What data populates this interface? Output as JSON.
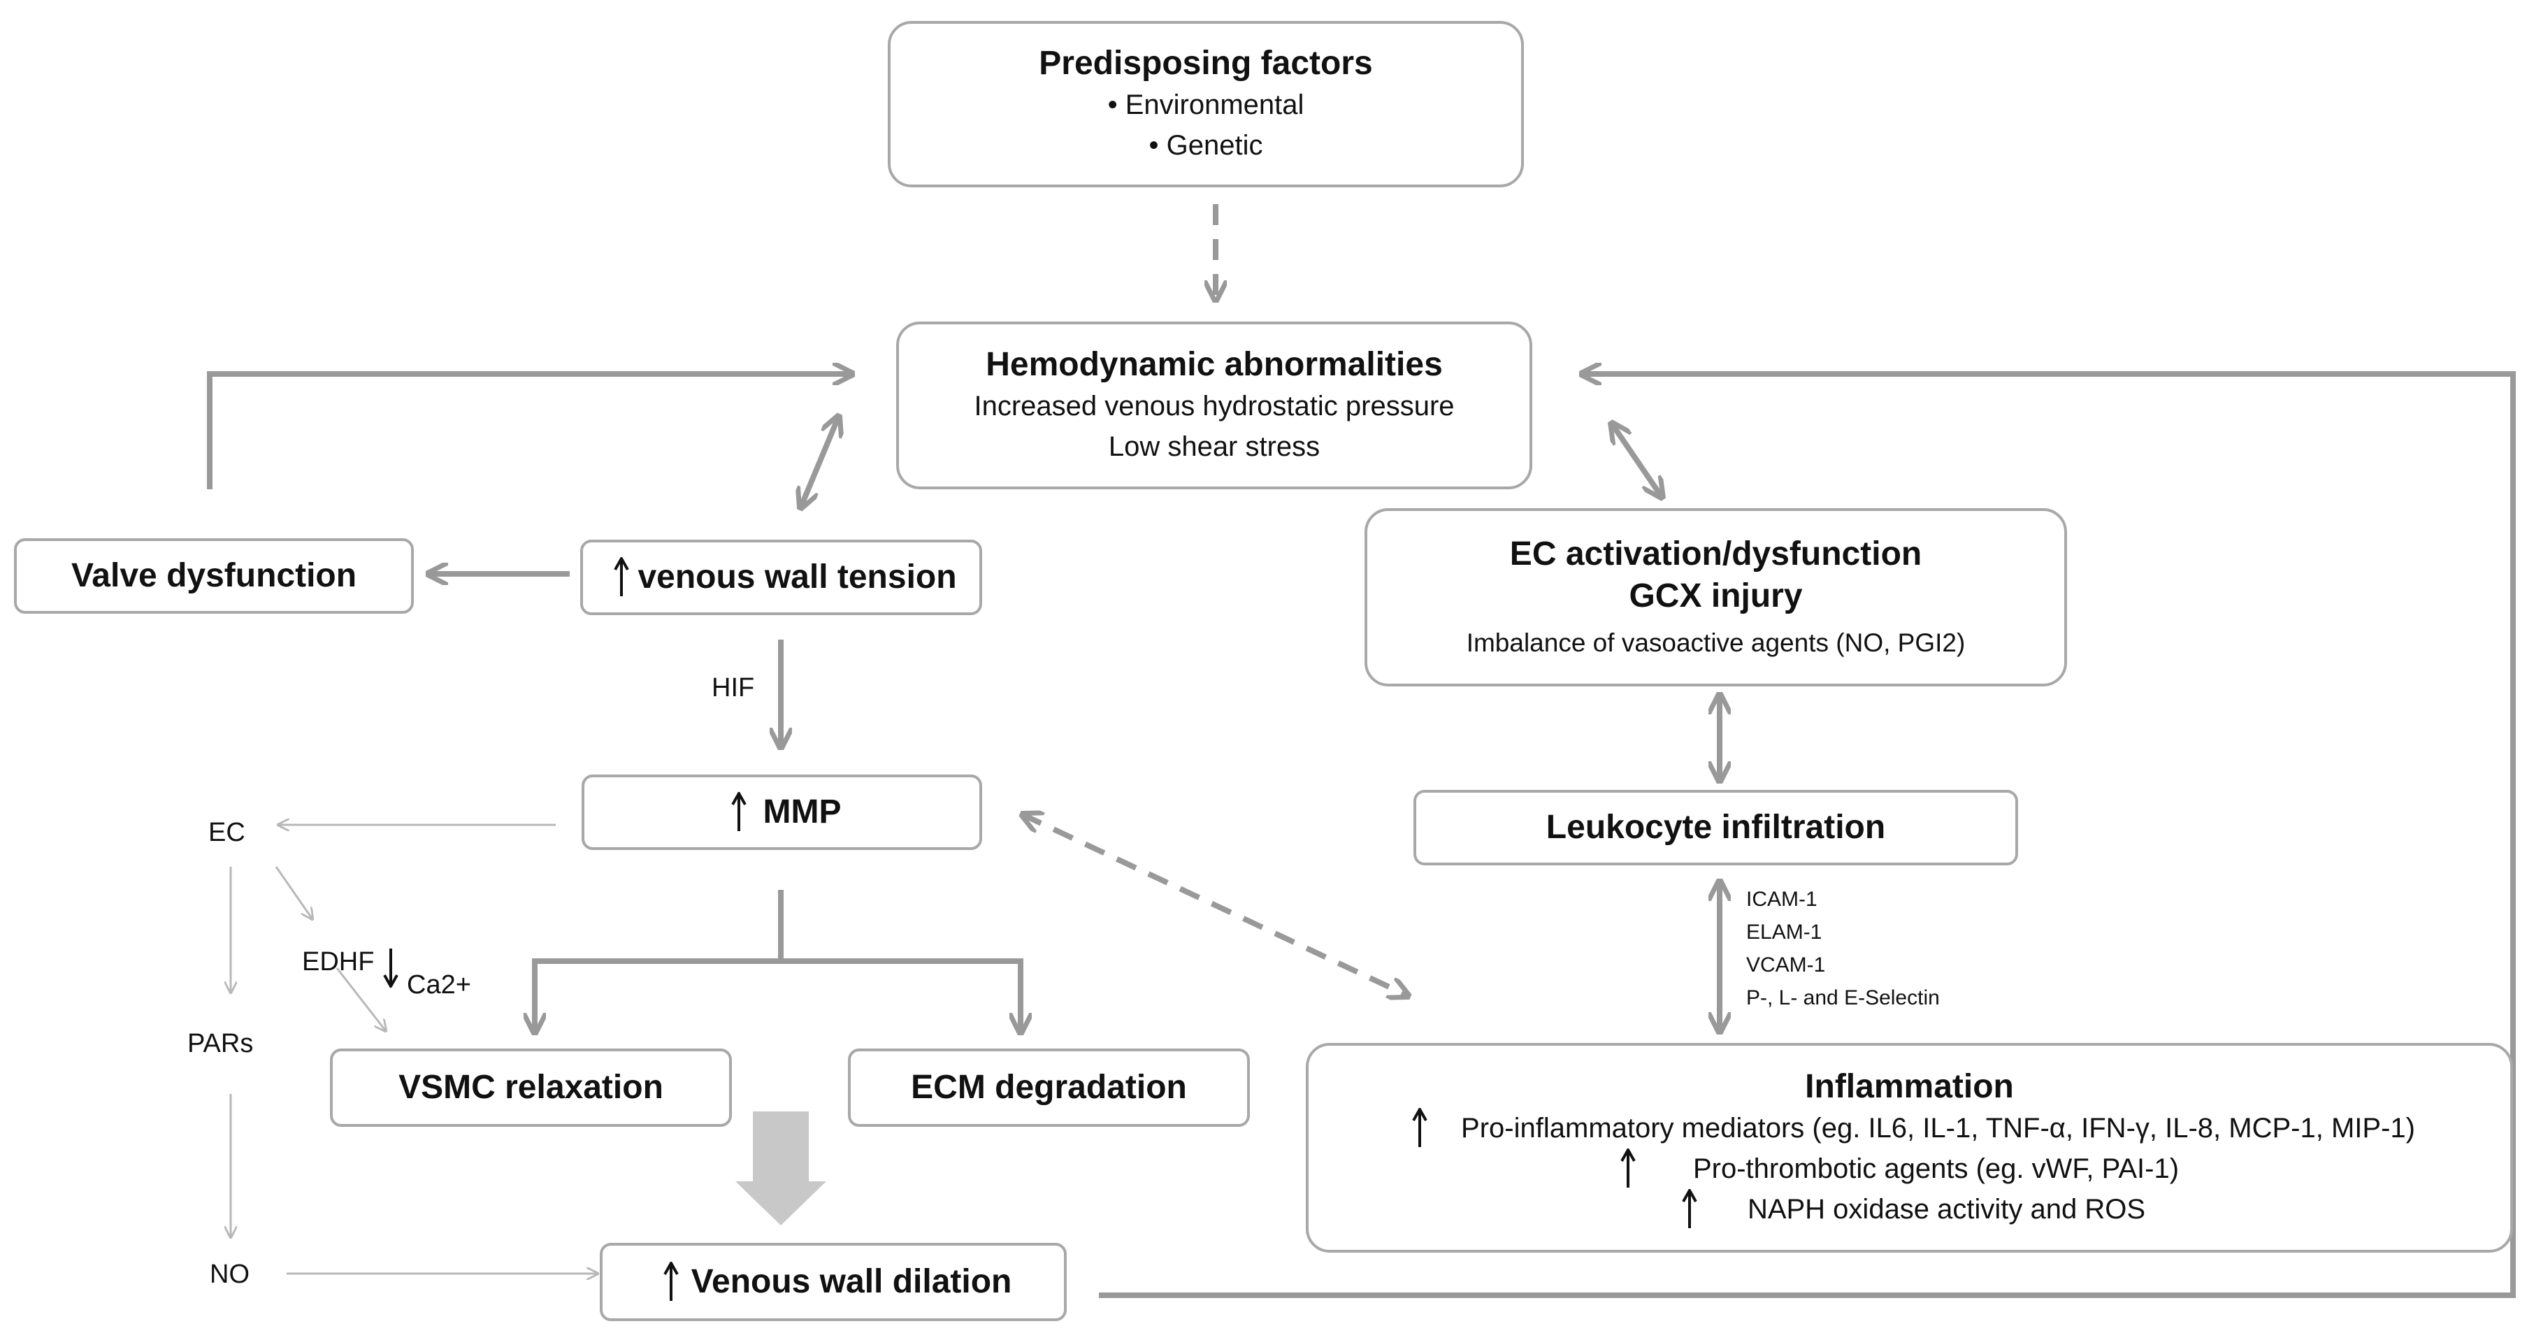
{
  "predisposing": {
    "title": "Predisposing factors",
    "items": [
      "• Environmental",
      "• Genetic"
    ]
  },
  "hemodynamic": {
    "title": "Hemodynamic abnormalities",
    "lines": [
      "Increased venous hydrostatic pressure",
      "Low shear stress"
    ]
  },
  "valve": {
    "title": "Valve dysfunction"
  },
  "tension": {
    "title": "venous wall tension"
  },
  "ec_activation": {
    "title1": "EC activation/dysfunction",
    "title2": "GCX injury",
    "line": "Imbalance of vasoactive agents (NO, PGI2)"
  },
  "hif": "HIF",
  "mmp": {
    "title": "MMP"
  },
  "leukocyte": {
    "title": "Leukocyte infiltration"
  },
  "adhesion": [
    "ICAM-1",
    "ELAM-1",
    "VCAM-1",
    "P-, L- and E-Selectin"
  ],
  "left_labels": {
    "ec": "EC",
    "edhf": "EDHF",
    "ca": "Ca2+",
    "pars": "PARs",
    "no": "NO"
  },
  "vsmc": {
    "title": "VSMC relaxation"
  },
  "ecm": {
    "title": "ECM degradation"
  },
  "inflammation": {
    "title": "Inflammation",
    "lines": [
      "Pro-inflammatory  mediators (eg. IL6, IL-1, TNF-α, IFN-γ, IL-8, MCP-1, MIP-1)",
      "Pro-thrombotic  agents (eg. vWF, PAI-1)",
      "NAPH oxidase activity and ROS"
    ]
  },
  "dilation": {
    "title": "Venous wall dilation"
  },
  "colors": {
    "border": "#a8a8a8",
    "arrow": "#999999",
    "thin_arrow": "#b8b8b8",
    "text": "#111111"
  }
}
